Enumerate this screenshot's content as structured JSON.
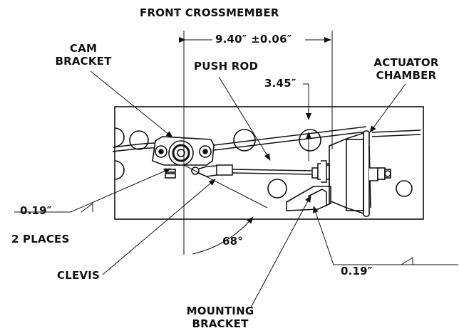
{
  "labels": {
    "front_crossmember": "FRONT CROSSMEMBER",
    "cam_bracket_line1": "CAM",
    "cam_bracket_line2": "BRACKET",
    "push_rod": "PUSH ROD",
    "actuator_chamber_line1": "ACTUATOR",
    "actuator_chamber_line2": "CHAMBER",
    "dimension_width": "9.40″ ±0.06″",
    "dimension_height": "3.45″",
    "weld_left": "0.19″",
    "two_places": "2 PLACES",
    "angle": "68°",
    "clevis": "CLEVIS",
    "weld_right": "0.19″",
    "mounting_bracket_line1": "MOUNTING",
    "mounting_bracket_line2": "BRACKET"
  }
}
